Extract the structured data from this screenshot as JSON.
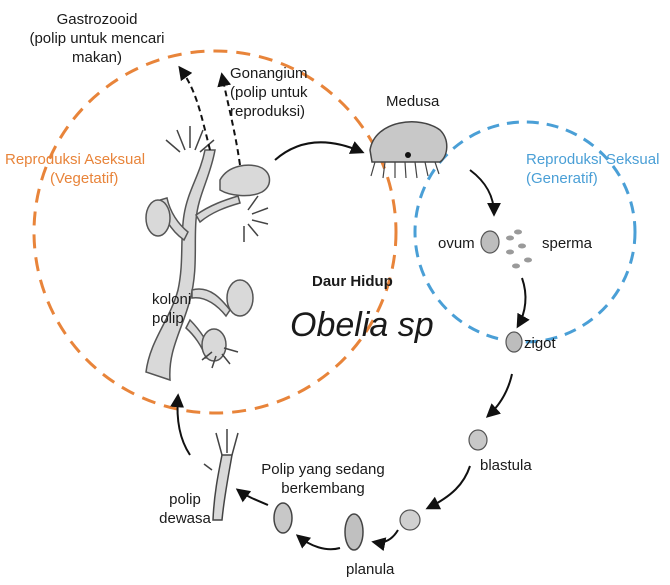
{
  "diagram": {
    "title": "Daur Hidup",
    "species": "Obelia sp",
    "cycles": {
      "asexual": {
        "line1": "Reproduksi Aseksual",
        "line2": "(Vegetatif)",
        "color": "#e8843a"
      },
      "sexual": {
        "line1": "Reproduksi Seksual",
        "line2": "(Generatif)",
        "color": "#4a9fd6"
      }
    },
    "labels": {
      "gastrozooid": {
        "line1": "Gastrozooid",
        "line2": "(polip untuk mencari",
        "line3": "makan)"
      },
      "gonangium": {
        "line1": "Gonangium",
        "line2": "(polip untuk",
        "line3": "reproduksi)"
      },
      "medusa": "Medusa",
      "ovum": "ovum",
      "sperma": "sperma",
      "zigot": "zigot",
      "blastula": "blastula",
      "planula": "planula",
      "polip_berkembang": {
        "line1": "Polip yang sedang",
        "line2": "berkembang"
      },
      "polip_dewasa": {
        "line1": "polip",
        "line2": "dewasa"
      },
      "koloni_polip": {
        "line1": "koloni",
        "line2": "polip"
      }
    }
  }
}
